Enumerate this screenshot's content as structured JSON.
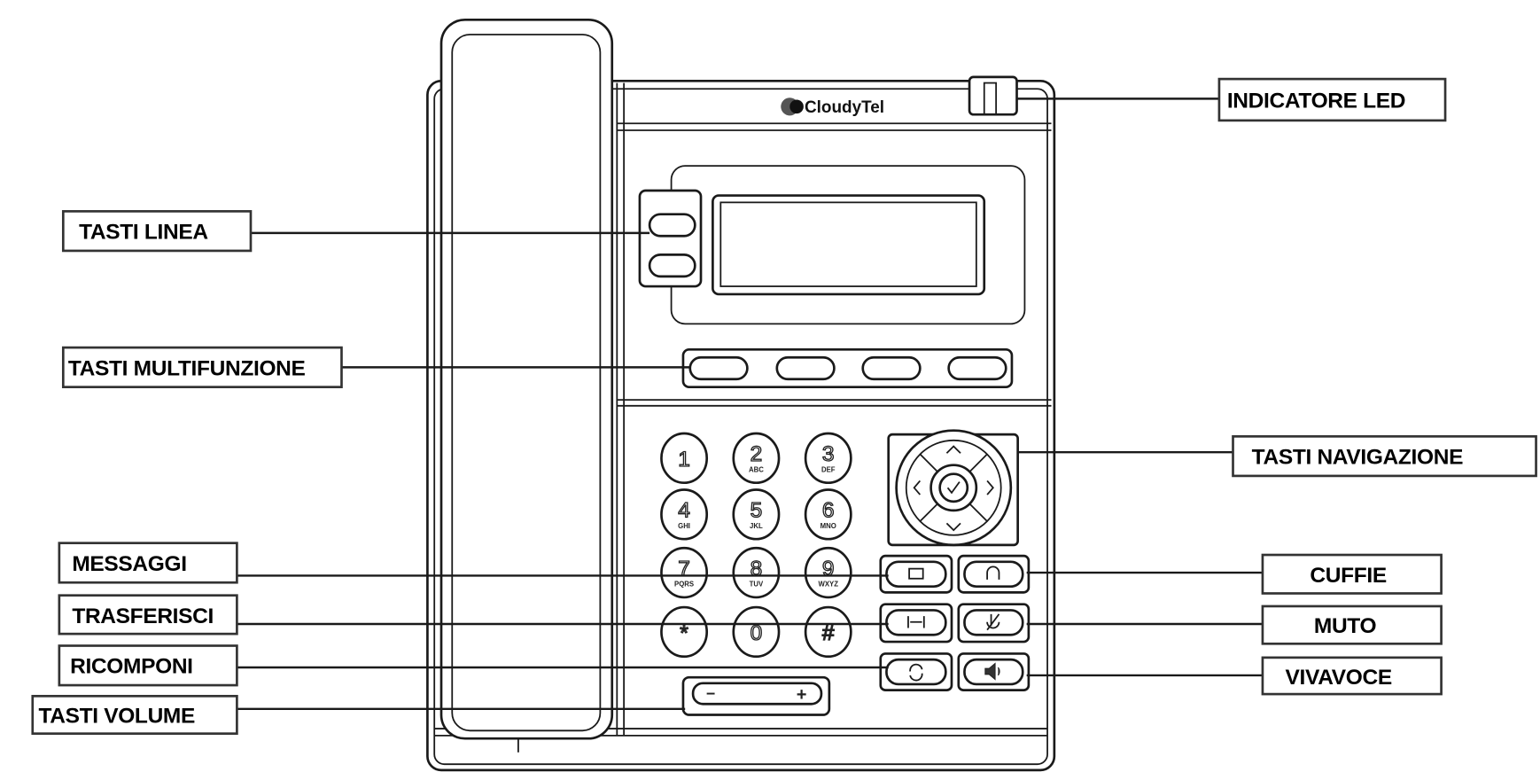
{
  "brand": "CloudyTel",
  "labels": {
    "led": "INDICATORE LED",
    "line_keys": "TASTI LINEA",
    "soft_keys": "TASTI MULTIFUNZIONE",
    "navigation": "TASTI NAVIGAZIONE",
    "messages": "MESSAGGI",
    "transfer": "TRASFERISCI",
    "redial": "RICOMPONI",
    "volume": "TASTI VOLUME",
    "headset": "CUFFIE",
    "mute": "MUTO",
    "speaker": "VIVAVOCE"
  },
  "keypad": [
    {
      "digit": "1",
      "letters": ""
    },
    {
      "digit": "2",
      "letters": "ABC"
    },
    {
      "digit": "3",
      "letters": "DEF"
    },
    {
      "digit": "4",
      "letters": "GHI"
    },
    {
      "digit": "5",
      "letters": "JKL"
    },
    {
      "digit": "6",
      "letters": "MNO"
    },
    {
      "digit": "7",
      "letters": "PQRS"
    },
    {
      "digit": "8",
      "letters": "TUV"
    },
    {
      "digit": "9",
      "letters": "WXYZ"
    },
    {
      "digit": "*",
      "letters": ""
    },
    {
      "digit": "0",
      "letters": ""
    },
    {
      "digit": "#",
      "letters": ""
    }
  ],
  "volume": {
    "minus": "−",
    "plus": "+"
  }
}
